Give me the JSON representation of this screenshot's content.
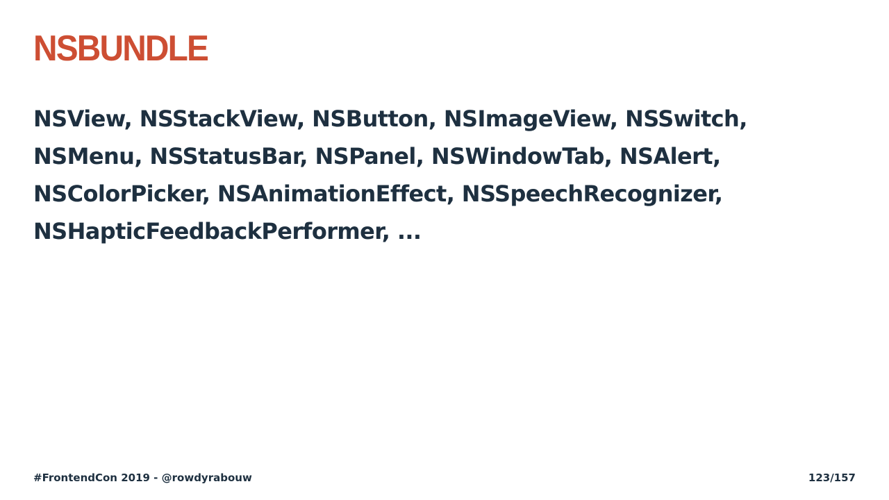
{
  "slide": {
    "title": "NSBUNDLE",
    "body_lines": [
      "NSView, NSStackView, NSButton, NSImageView, NSSwitch,",
      "NSMenu, NSStatusBar, NSPanel, NSWindowTab, NSAlert,",
      "NSColorPicker, NSAnimationEffect, NSSpeechRecognizer,",
      "NSHapticFeedbackPerformer, ..."
    ]
  },
  "footer": {
    "left": "#FrontendCon 2019 - @rowdyrabouw",
    "page": "123/157"
  },
  "colors": {
    "title": "#cd4e33",
    "text": "#1e3040",
    "background": "#ffffff"
  }
}
